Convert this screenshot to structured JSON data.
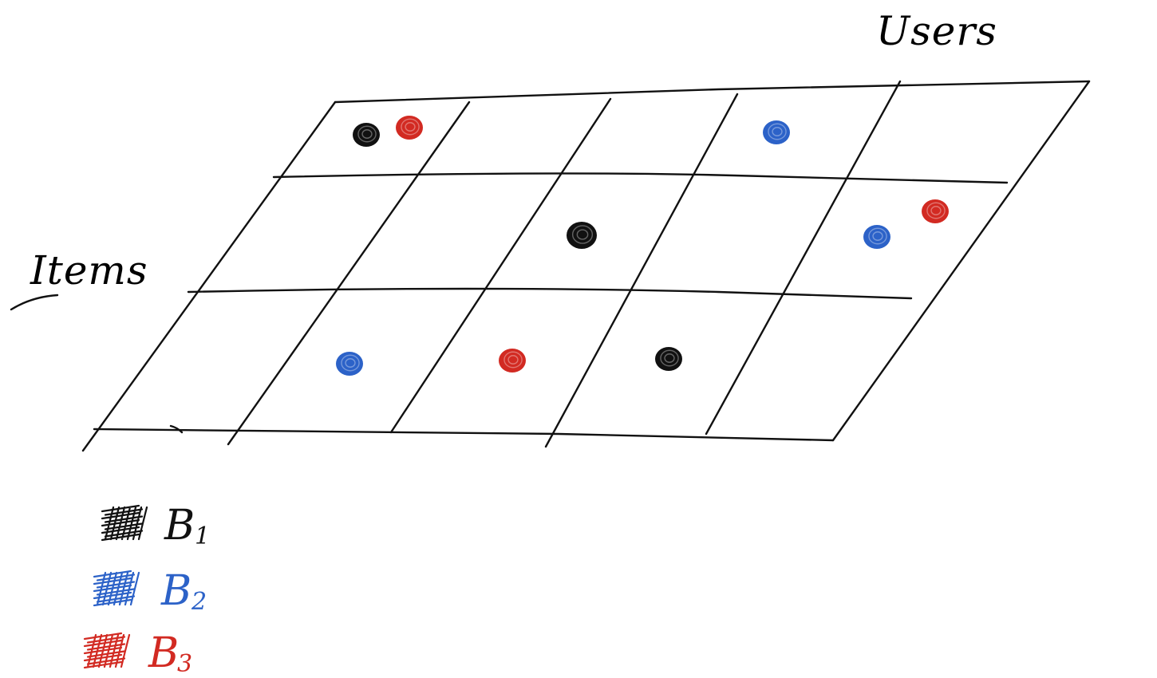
{
  "diagram": {
    "x_axis_label": "Users",
    "y_axis_label": "Items",
    "grid": {
      "rows": 3,
      "columns": 5
    },
    "colors": {
      "ink": "#111111",
      "B1": "#111111",
      "B2": "#2c62c8",
      "B3": "#d22a22"
    },
    "dots": [
      {
        "row": 1,
        "col": 1,
        "group": "B1"
      },
      {
        "row": 1,
        "col": 1,
        "group": "B3"
      },
      {
        "row": 1,
        "col": 4,
        "group": "B2"
      },
      {
        "row": 2,
        "col": 3,
        "group": "B1"
      },
      {
        "row": 2,
        "col": 5,
        "group": "B2"
      },
      {
        "row": 2,
        "col": 5,
        "group": "B3"
      },
      {
        "row": 3,
        "col": 2,
        "group": "B2"
      },
      {
        "row": 3,
        "col": 3,
        "group": "B3"
      },
      {
        "row": 3,
        "col": 4,
        "group": "B1"
      }
    ],
    "legend": [
      {
        "label": "B",
        "sub": "1",
        "group": "B1"
      },
      {
        "label": "B",
        "sub": "2",
        "group": "B2"
      },
      {
        "label": "B",
        "sub": "3",
        "group": "B3"
      }
    ]
  }
}
